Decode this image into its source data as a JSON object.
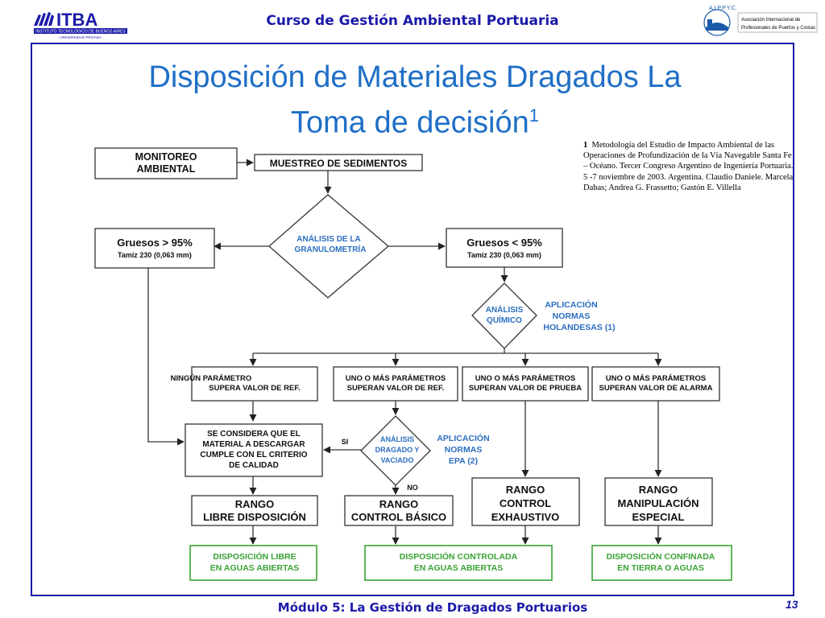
{
  "header": {
    "title": "Curso de Gestión Ambiental Portuaria"
  },
  "logos": {
    "itba_name": "ITBA",
    "itba_sub1": "INSTITUTO TECNOLÓGICO DE BUENOS AIRES",
    "itba_sub2": "· UNIVERSIDAD PRIVADA ·",
    "aippyc_arc": "A.I.P.P.Y.C.",
    "aippyc_line1": "Asociación Internacional de",
    "aippyc_line2": "Profesionales de Puertos y Costas"
  },
  "slide": {
    "title_line1": "Disposición de Materiales Dragados La",
    "title_line2": "Toma de decisión",
    "title_sup": "1"
  },
  "footnote": {
    "marker": "1",
    "text": "Metodología del Estudio de Impacto Ambiental de las Operaciones de Profundización de la Vía Navegable Santa Fe – Océano. Tercer Congreso Argentino de Ingeniería Portuaria. 5 -7 noviembre de 2003. Argentina. Claudio Daniele. Marcela Dabas; Andrea G. Frassetto; Gastón E. Villella"
  },
  "diagram": {
    "monitoreo": [
      "MONITOREO",
      "AMBIENTAL"
    ],
    "muestreo": "MUESTREO DE SEDIMENTOS",
    "analisis_gran": [
      "ANÁLISIS DE LA",
      "GRANULOMETRÍA"
    ],
    "gruesos_gt": [
      "Gruesos > 95%",
      "Tamiz 230 (0,063 mm)"
    ],
    "gruesos_lt": [
      "Gruesos < 95%",
      "Tamiz 230 (0,063 mm)"
    ],
    "analisis_quimico": [
      "ANÁLISIS",
      "QUÍMICO"
    ],
    "aplicacion_holandesas": [
      "APLICACIÓN",
      "NORMAS",
      "HOLANDESAS (1)"
    ],
    "ningun": [
      "NINGÚN PARÁMETRO",
      "SUPERA VALOR DE REF."
    ],
    "uno_ref": [
      "UNO O MÁS PARÁMETROS",
      "SUPERAN VALOR DE REF."
    ],
    "uno_prueba": [
      "UNO O MÁS PARÁMETROS",
      "SUPERAN VALOR DE PRUEBA"
    ],
    "uno_alarma": [
      "UNO O MÁS PARÁMETROS",
      "SUPERAN VALOR DE ALARMA"
    ],
    "considera": [
      "SE CONSIDERA QUE EL",
      "MATERIAL A DESCARGAR",
      "CUMPLE CON EL CRITERIO",
      "DE CALIDAD"
    ],
    "analisis_dragado": [
      "ANÁLISIS",
      "DRAGADO Y",
      "VACIADO"
    ],
    "aplicacion_epa": [
      "APLICACIÓN",
      "NORMAS",
      "EPA (2)"
    ],
    "si": "SI",
    "no": "NO",
    "rango_libre": [
      "RANGO",
      "LIBRE DISPOSICIÓN"
    ],
    "rango_basico": [
      "RANGO",
      "CONTROL BÁSICO"
    ],
    "rango_exhaustivo": [
      "RANGO",
      "CONTROL",
      "EXHAUSTIVO"
    ],
    "rango_manipulacion": [
      "RANGO",
      "MANIPULACIÓN",
      "ESPECIAL"
    ],
    "disp_libre": [
      "DISPOSICIÓN LIBRE",
      "EN AGUAS ABIERTAS"
    ],
    "disp_controlada": [
      "DISPOSICIÓN CONTROLADA",
      "EN AGUAS ABIERTAS"
    ],
    "disp_confinada": [
      "DISPOSICIÓN CONFINADA",
      "EN TIERRA O AGUAS"
    ]
  },
  "colors": {
    "navy": "#1a1aa8",
    "blue": "#1f6fc6",
    "green": "#3aa335"
  },
  "footer": {
    "title": "Módulo 5:  La Gestión de Dragados Portuarios",
    "page": "13"
  }
}
